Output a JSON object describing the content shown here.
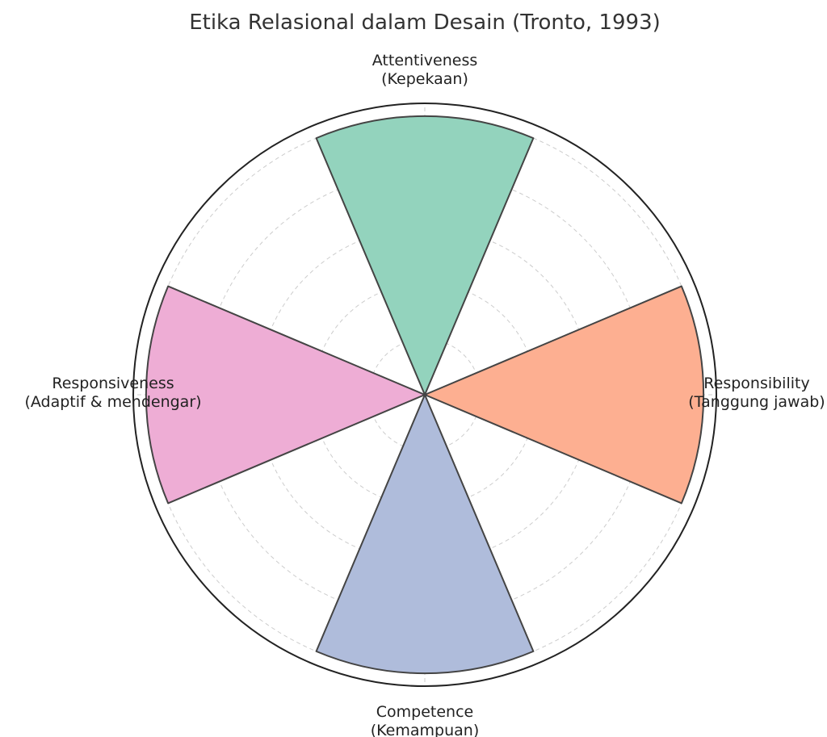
{
  "chart_data": {
    "type": "bar",
    "subtype": "polar",
    "title": "Etika Relasional dalam Desain (Tronto, 1993)",
    "categories": [
      {
        "name": "Attentiveness",
        "sub": "(Kepekaan)",
        "angle_deg": 90
      },
      {
        "name": "Responsibility",
        "sub": "(Tanggung jawab)",
        "angle_deg": 0
      },
      {
        "name": "Competence",
        "sub": "(Kemampuan)",
        "angle_deg": 270
      },
      {
        "name": "Responsiveness",
        "sub": "(Adaptif & mendengar)",
        "angle_deg": 180
      }
    ],
    "values": [
      5,
      5,
      5,
      5
    ],
    "bar_width_rad": 0.8,
    "rlim": [
      0,
      5.23
    ],
    "rgrid": [
      1,
      2,
      3,
      4,
      5
    ],
    "grid": true,
    "colors": [
      "#93d3bd",
      "#fdaf91",
      "#afbcdb",
      "#eeadd5"
    ],
    "edge_color": "#444444"
  }
}
